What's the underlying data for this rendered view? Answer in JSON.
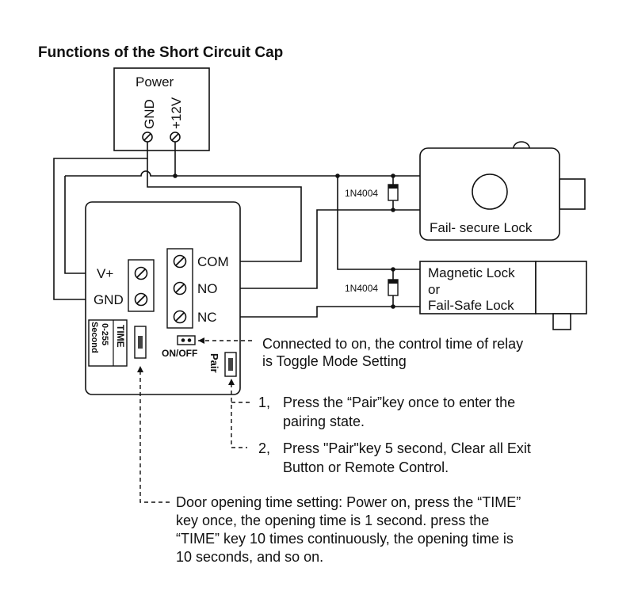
{
  "title": "Functions of the Short Circuit Cap",
  "power": {
    "label": "Power",
    "gnd": "GND",
    "v12": "+12V"
  },
  "board": {
    "vplus": "V+",
    "gnd": "GND",
    "com": "COM",
    "no": "NO",
    "nc": "NC",
    "time_line1": "TIME",
    "time_line2": "0-255",
    "time_line3": "Second",
    "onoff": "ON/OFF",
    "pair": "Pair"
  },
  "diode1": "1N4004",
  "diode2": "1N4004",
  "lock1": {
    "label": "Fail- secure Lock"
  },
  "lock2": {
    "line1": "Magnetic Lock",
    "line2": "or",
    "line3": "Fail-Safe Lock"
  },
  "notes": {
    "toggle_line1": "Connected to on, the control time of relay",
    "toggle_line2": "is Toggle Mode Setting",
    "pair1_num": "1,",
    "pair1_line1": "Press the “Pair”key once to enter the",
    "pair1_line2": "pairing state.",
    "pair2_num": "2,",
    "pair2_line1": "Press \"Pair\"key 5 second, Clear all Exit",
    "pair2_line2": "Button or Remote Control.",
    "time_line1": "Door opening time setting: Power on, press the “TIME”",
    "time_line2": "key once, the opening time is 1 second. press the",
    "time_line3": "“TIME” key 10 times continuously, the opening time is",
    "time_line4": "10 seconds, and so on."
  }
}
